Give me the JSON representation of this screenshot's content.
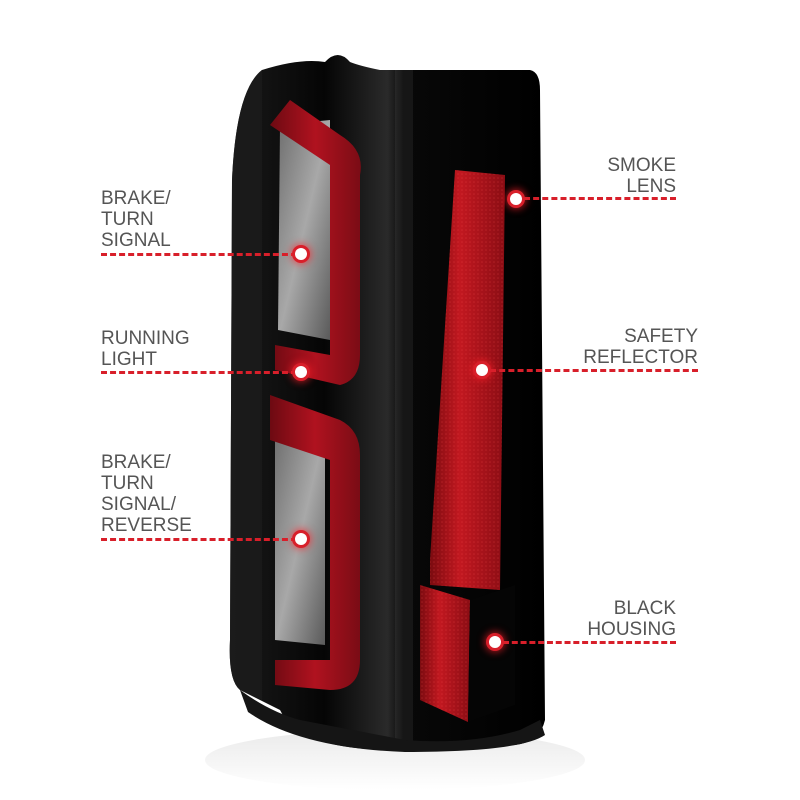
{
  "product": {
    "name": "tail-light",
    "colors": {
      "housing": "#0a0a0a",
      "lens_red": "#a3101e",
      "reflector_red": "#c21820",
      "chrome": "#8c8c8c",
      "callout_line": "#d81f2a",
      "label_text": "#555555"
    }
  },
  "callouts": {
    "left": [
      {
        "label": "BRAKE/\nTURN\nSIGNAL"
      },
      {
        "label": "RUNNING\nLIGHT"
      },
      {
        "label": "BRAKE/\nTURN\nSIGNAL/\nREVERSE"
      }
    ],
    "right": [
      {
        "label": "SMOKE\nLENS"
      },
      {
        "label": "SAFETY\nREFLECTOR"
      },
      {
        "label": "BLACK\nHOUSING"
      }
    ]
  }
}
